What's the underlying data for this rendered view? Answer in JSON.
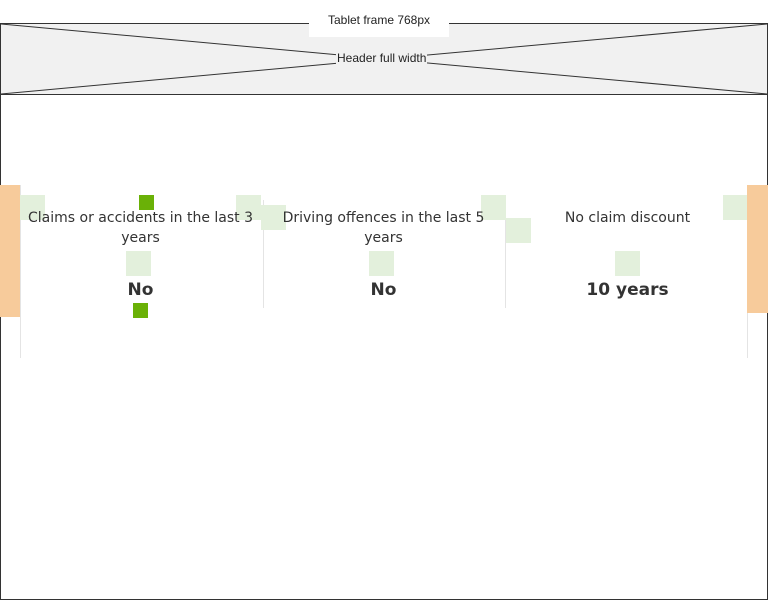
{
  "frame": {
    "label": "Tablet frame 768px"
  },
  "header": {
    "label": "Header full width"
  },
  "summary": [
    {
      "label": "Claims or accidents in the last 3 years",
      "value": "No"
    },
    {
      "label": "Driving offences in the last 5 years",
      "value": "No"
    },
    {
      "label": "No claim discount",
      "value": "10 years"
    }
  ],
  "colors": {
    "side_panel": "#f7cb9b",
    "marker": "#6ab107",
    "placeholder": "#e3f0dc",
    "header_bg": "#f1f1f1"
  }
}
